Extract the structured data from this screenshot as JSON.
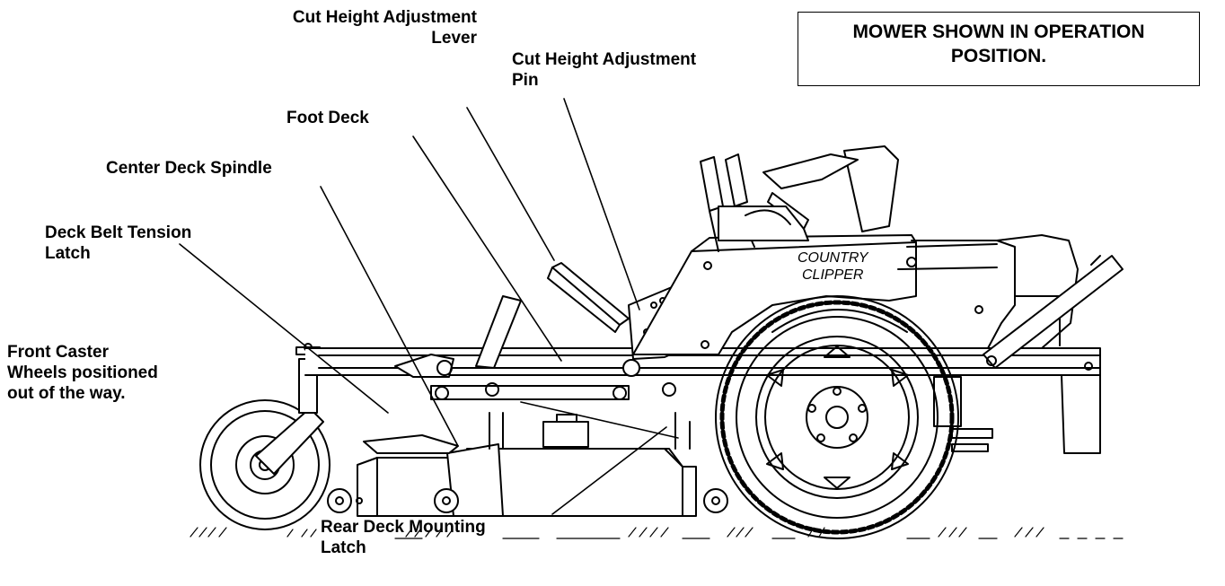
{
  "note": {
    "line1": "MOWER SHOWN IN OPERATION",
    "line2": "POSITION."
  },
  "labels": {
    "cut_height_lever": {
      "line1": "Cut Height Adjustment",
      "line2": "Lever"
    },
    "cut_height_pin": {
      "line1": "Cut Height Adjustment",
      "line2": "Pin"
    },
    "foot_deck": {
      "line1": "Foot Deck"
    },
    "center_deck_spindle": {
      "line1": "Center Deck Spindle"
    },
    "deck_belt_tension_latch": {
      "line1": "Deck Belt Tension",
      "line2": "Latch"
    },
    "front_caster_wheels": {
      "line1": "Front Caster",
      "line2": "Wheels positioned",
      "line3": "out of the way."
    },
    "rear_deck_mounting_latch": {
      "line1": "Rear Deck Mounting",
      "line2": "Latch"
    }
  },
  "branding": {
    "line1": "COUNTRY",
    "line2": "CLIPPER"
  }
}
